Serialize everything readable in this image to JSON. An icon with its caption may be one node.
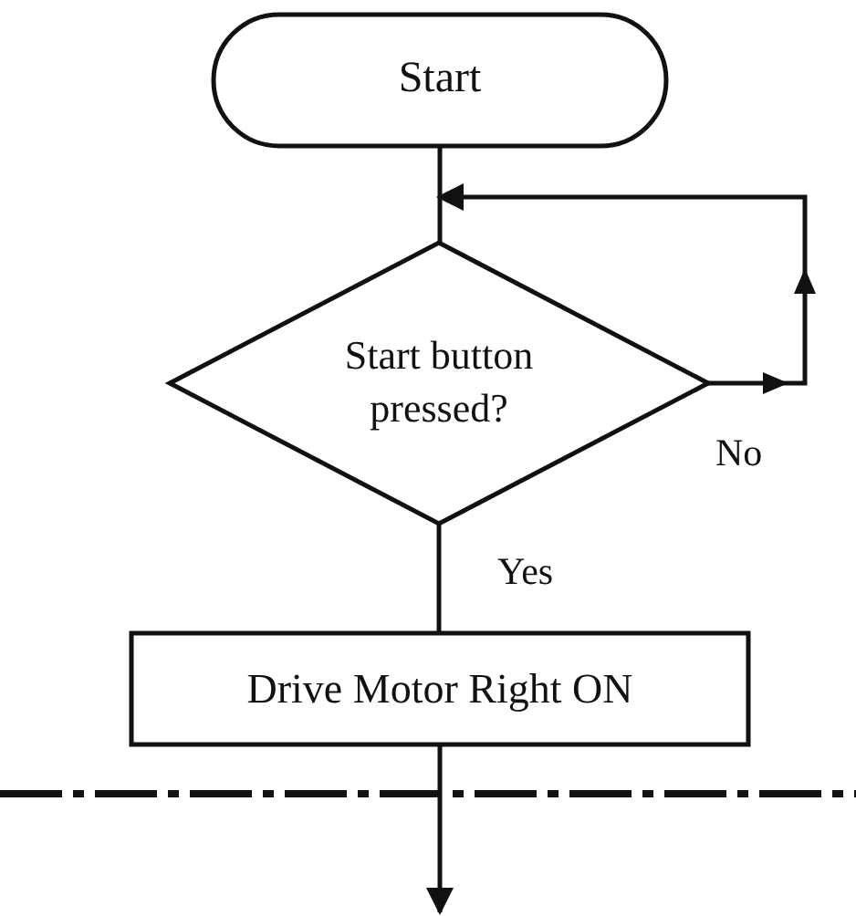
{
  "diagram": {
    "nodes": [
      {
        "text": [
          "Start"
        ]
      },
      {
        "text": [
          "Start button pressed?"
        ]
      },
      {
        "text": [
          "Drive Motor Right ON"
        ]
      }
    ],
    "edges": [
      {
        "from": 0,
        "to": 1,
        "arrow": "none"
      },
      {
        "from": 1,
        "to": null,
        "arrow": "to",
        "label": "No"
      },
      {
        "from": 1,
        "to": 2,
        "arrow": "none",
        "label": "Yes"
      },
      {
        "from": 2,
        "to": null,
        "arrow": "to"
      }
    ]
  }
}
